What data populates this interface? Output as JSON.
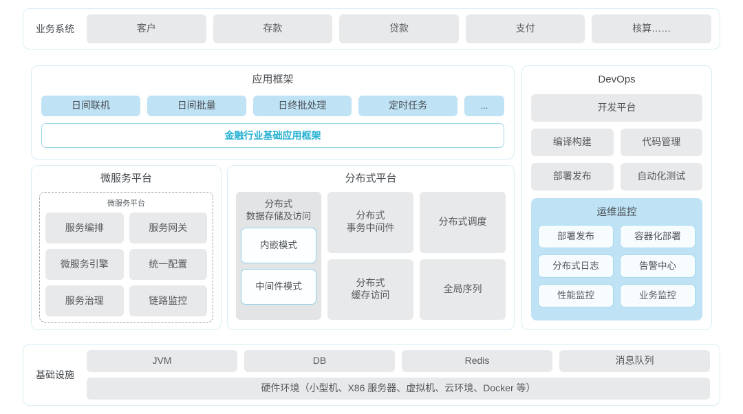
{
  "business_row": {
    "label": "业务系统",
    "tiles": [
      "客户",
      "存款",
      "贷款",
      "支付",
      "核算……"
    ]
  },
  "app_framework": {
    "title": "应用框架",
    "tiles": [
      "日间联机",
      "日间批量",
      "日终批处理",
      "定时任务",
      "..."
    ],
    "base_label": "金融行业基础应用框架",
    "base_color": "#22b0d1"
  },
  "microservice": {
    "title": "微服务平台",
    "inner_title": "微服务平台",
    "tiles": [
      "服务编排",
      "服务网关",
      "微服务引擎",
      "统一配置",
      "服务治理",
      "链路监控"
    ]
  },
  "distributed": {
    "title": "分布式平台",
    "left_group": {
      "title": "分布式\n数据存储及访问",
      "modes": [
        "内嵌模式",
        "中间件模式"
      ]
    },
    "right_tiles": [
      "分布式\n事务中间件",
      "分布式调度",
      "分布式\n缓存访问",
      "全局序列"
    ]
  },
  "devops": {
    "title": "DevOps",
    "platform": "开发平台",
    "tiles": [
      "编译构建",
      "代码管理",
      "部署发布",
      "自动化测试"
    ],
    "ops": {
      "title": "运维监控",
      "tiles": [
        "部署发布",
        "容器化部署",
        "分布式日志",
        "告警中心",
        "性能监控",
        "业务监控"
      ]
    }
  },
  "infrastructure": {
    "label": "基础设施",
    "tiles": [
      "JVM",
      "DB",
      "Redis",
      "消息队列"
    ],
    "hardware": "硬件环境（小型机、X86 服务器、虚拟机、云环境、Docker 等）"
  },
  "theme": {
    "panel_border": "#d8eef4",
    "tile_gray": "#e8e9ea",
    "tile_blue": "#bfe2f5",
    "accent": "#22b0d1"
  }
}
